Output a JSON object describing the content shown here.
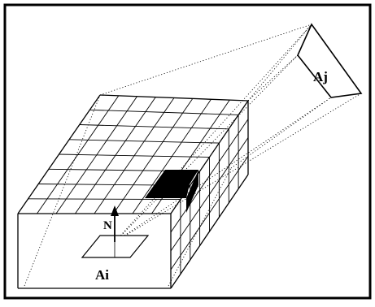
{
  "labels": {
    "source_patch": "Ai",
    "target_patch": "Aj",
    "normal": "N"
  },
  "colors": {
    "ink": "#000000",
    "background": "#ffffff",
    "highlighted_cells": "#000000"
  }
}
